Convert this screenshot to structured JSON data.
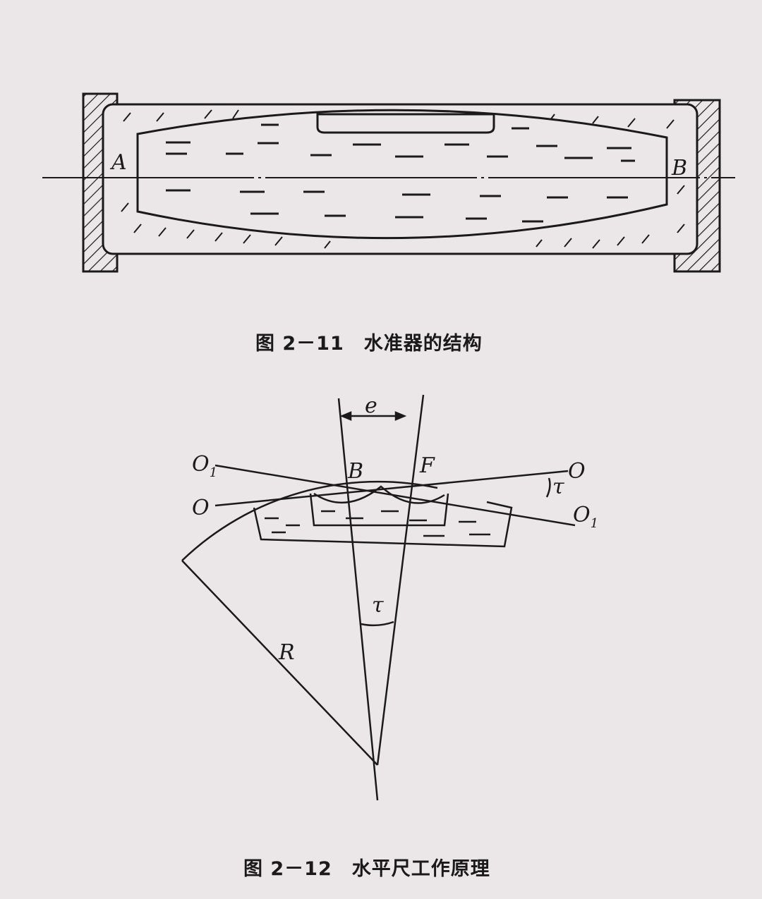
{
  "figure1": {
    "caption": "图 2－11　水准器的结构",
    "labels": {
      "a": "A",
      "b": "B"
    }
  },
  "figure2": {
    "caption": "图 2－12　水平尺工作原理",
    "labels": {
      "e": "e",
      "o1_left": "O",
      "o1_left_sub": "1",
      "b": "B",
      "f": "F",
      "o_right": "O",
      "tau_right": "τ",
      "o_left": "O",
      "o1_right": "O",
      "o1_right_sub": "1",
      "tau_bottom": "τ",
      "r": "R"
    }
  }
}
